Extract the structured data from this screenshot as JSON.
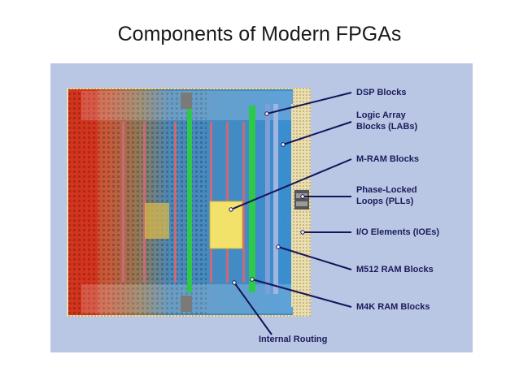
{
  "slide": {
    "title": "Components of Modern FPGAs"
  },
  "diagram": {
    "labels": {
      "dsp": "DSP Blocks",
      "lab_line1": "Logic Array",
      "lab_line2": "Blocks (LABs)",
      "mram": "M-RAM Blocks",
      "pll_line1": "Phase-Locked",
      "pll_line2": "Loops (PLLs)",
      "ioe": "I/O Elements (IOEs)",
      "m512": "M512 RAM Blocks",
      "m4k": "M4K RAM Blocks",
      "routing": "Internal Routing"
    },
    "colors": {
      "panel": "#b9c6e4",
      "label_text": "#1c1c5a",
      "leader_line": "#14145a",
      "dsp_column": "#2ec84a",
      "m512_column": "#7f9ed8",
      "m4k_column": "#c96a78",
      "mram_block": "#f0e060",
      "io_ring": "#eadfb0",
      "logic_fabric": "#3a86c8",
      "hot_region": "#d8402a"
    }
  }
}
